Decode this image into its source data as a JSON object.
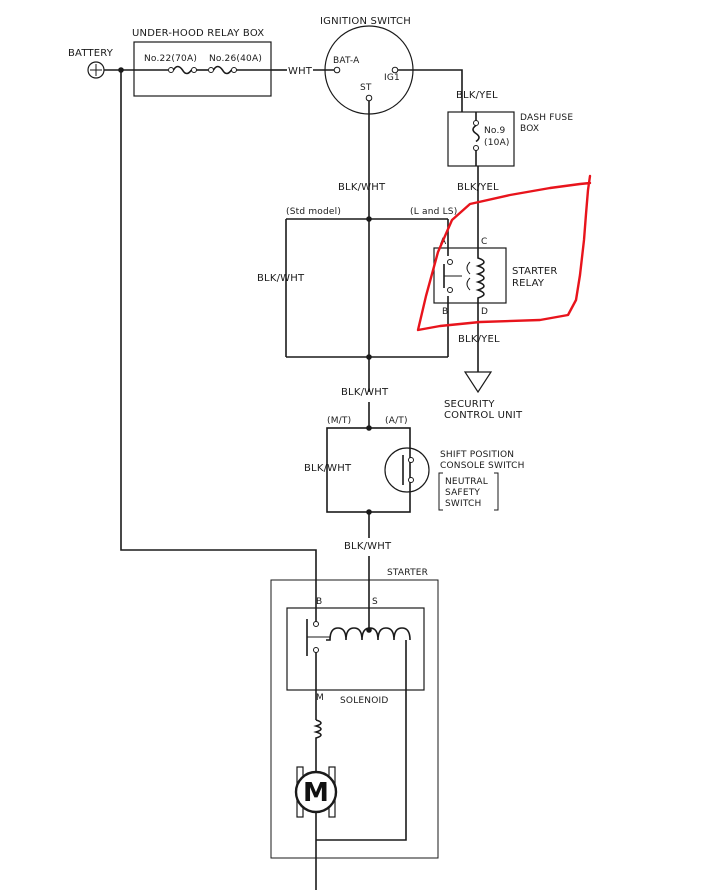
{
  "labels": {
    "battery": "BATTERY",
    "underhood_relay_box": "UNDER-HOOD RELAY BOX",
    "fuse_22": "No.22(70A)",
    "fuse_26": "No.26(40A)",
    "wht": "WHT",
    "ignition_switch": "IGNITION SWITCH",
    "bat_a": "BAT-A",
    "st": "ST",
    "ig1": "IG1",
    "blk_yel_1": "BLK/YEL",
    "dash_fuse_box_1": "DASH FUSE",
    "dash_fuse_box_2": "BOX",
    "fuse_9": "No.9",
    "fuse_9_rating": "(10A)",
    "blk_yel_2": "BLK/YEL",
    "blk_wht_1": "BLK/WHT",
    "std_model": "(Std model)",
    "l_and_ls": "(L and LS)",
    "pin_a": "A",
    "pin_c": "C",
    "pin_b": "B",
    "pin_d": "D",
    "starter_relay_1": "STARTER",
    "starter_relay_2": "RELAY",
    "blk_wht_left": "BLK/WHT",
    "blk_yel_3": "BLK/YEL",
    "security_1": "SECURITY",
    "security_2": "CONTROL UNIT",
    "blk_wht_2": "BLK/WHT",
    "mt": "(M/T)",
    "at": "(A/T)",
    "blk_wht_3": "BLK/WHT",
    "shift_position_1": "SHIFT POSITION",
    "shift_position_2": "CONSOLE SWITCH",
    "neutral_1": "NEUTRAL",
    "neutral_2": "SAFETY",
    "neutral_3": "SWITCH",
    "blk_wht_4": "BLK/WHT",
    "starter": "STARTER",
    "sol_b": "B",
    "sol_s": "S",
    "sol_m": "M",
    "solenoid": "SOLENOID",
    "motor": "M",
    "plus": "+"
  },
  "highlight_color": "#e8141c",
  "ink_color": "#1a1a1a"
}
